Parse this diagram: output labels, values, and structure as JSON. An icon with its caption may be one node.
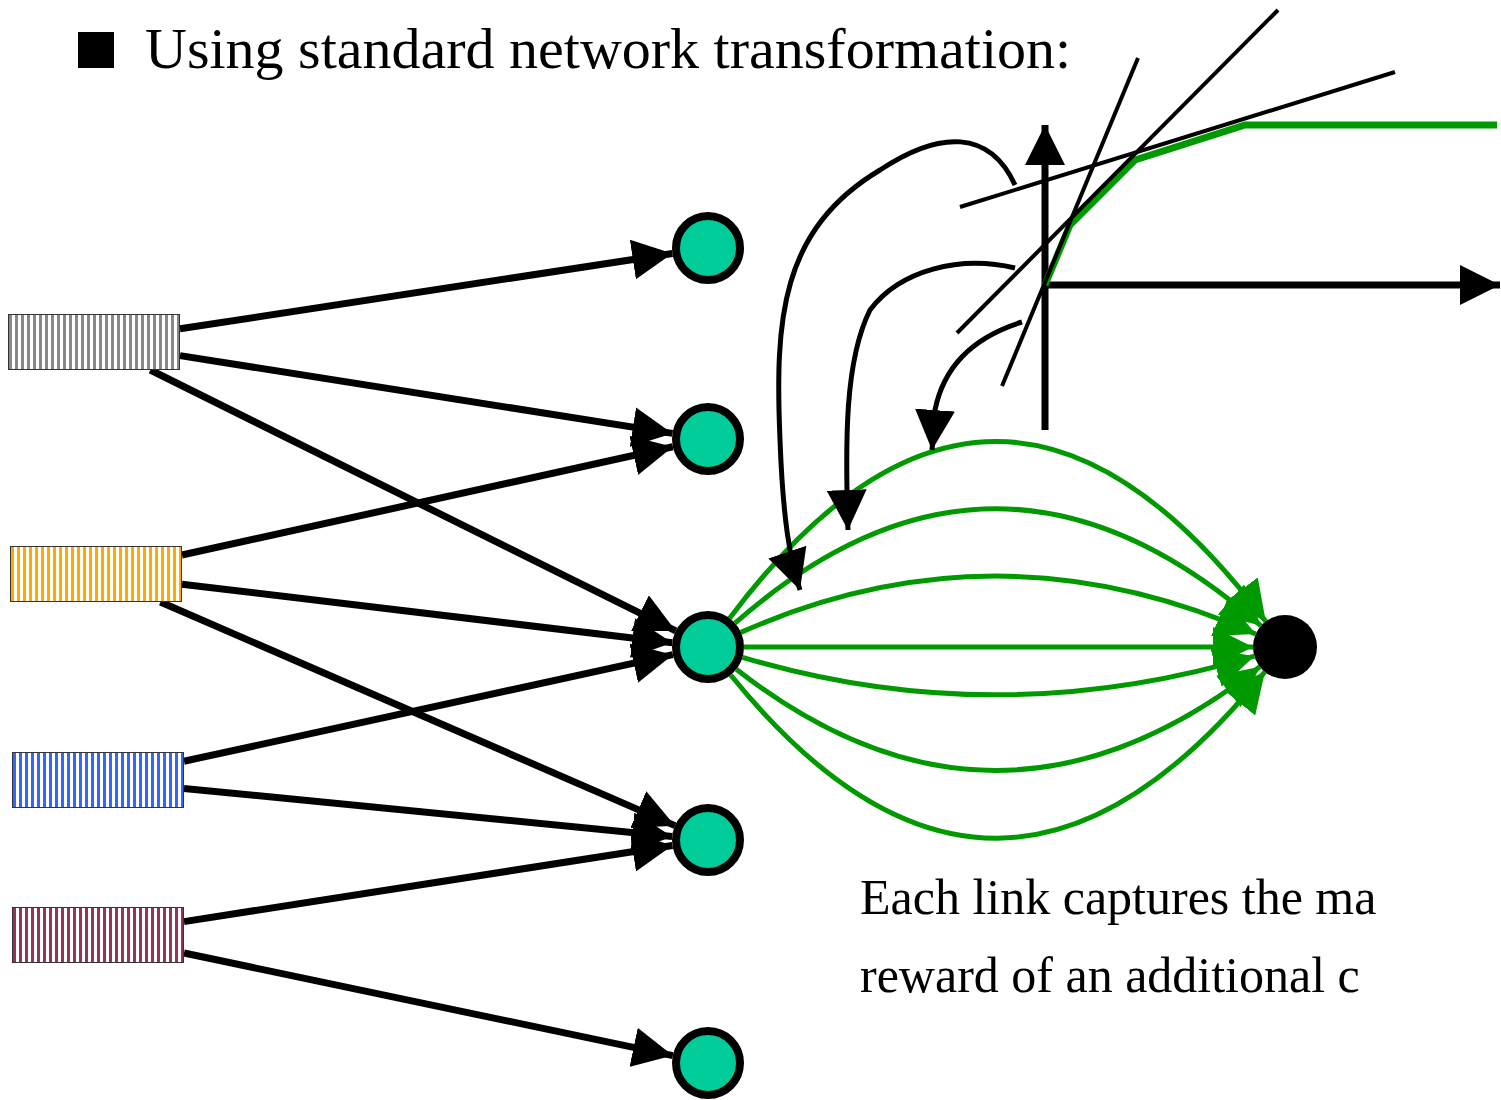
{
  "diagram": {
    "title": "Using standard network transformation:",
    "nodes": [
      {
        "text": [],
        "shape": "box"
      },
      {
        "text": [],
        "shape": "box"
      },
      {
        "text": [],
        "shape": "box"
      },
      {
        "text": [],
        "shape": "box"
      },
      {
        "text": [],
        "shape": "circle"
      },
      {
        "text": [],
        "shape": "circle"
      },
      {
        "text": [],
        "shape": "circle"
      },
      {
        "text": [],
        "shape": "circle"
      },
      {
        "text": [],
        "shape": "circle"
      },
      {
        "text": [],
        "shape": "circle"
      }
    ],
    "edges": [
      {
        "from": 0,
        "to": 4,
        "arrow": "to"
      },
      {
        "from": 0,
        "to": 5,
        "arrow": "to"
      },
      {
        "from": 0,
        "to": 6,
        "arrow": "to"
      },
      {
        "from": 1,
        "to": 5,
        "arrow": "to"
      },
      {
        "from": 1,
        "to": 6,
        "arrow": "to"
      },
      {
        "from": 1,
        "to": 7,
        "arrow": "to"
      },
      {
        "from": 2,
        "to": 6,
        "arrow": "to"
      },
      {
        "from": 2,
        "to": 7,
        "arrow": "to"
      },
      {
        "from": 3,
        "to": 7,
        "arrow": "to"
      },
      {
        "from": 3,
        "to": 8,
        "arrow": "to"
      },
      {
        "from": 6,
        "to": 9,
        "arrow": "to",
        "color": "#009900"
      },
      {
        "from": 6,
        "to": 9,
        "arrow": "to",
        "color": "#009900"
      },
      {
        "from": 6,
        "to": 9,
        "arrow": "to",
        "color": "#009900"
      },
      {
        "from": 6,
        "to": 9,
        "arrow": "to",
        "color": "#009900"
      },
      {
        "from": 6,
        "to": 9,
        "arrow": "to",
        "color": "#009900"
      },
      {
        "from": 6,
        "to": 9,
        "arrow": "to",
        "color": "#009900"
      },
      {
        "from": 6,
        "to": 9,
        "arrow": "to",
        "color": "#009900"
      }
    ],
    "labels": [
      "Each link captures the ma reward of an additional c"
    ]
  }
}
